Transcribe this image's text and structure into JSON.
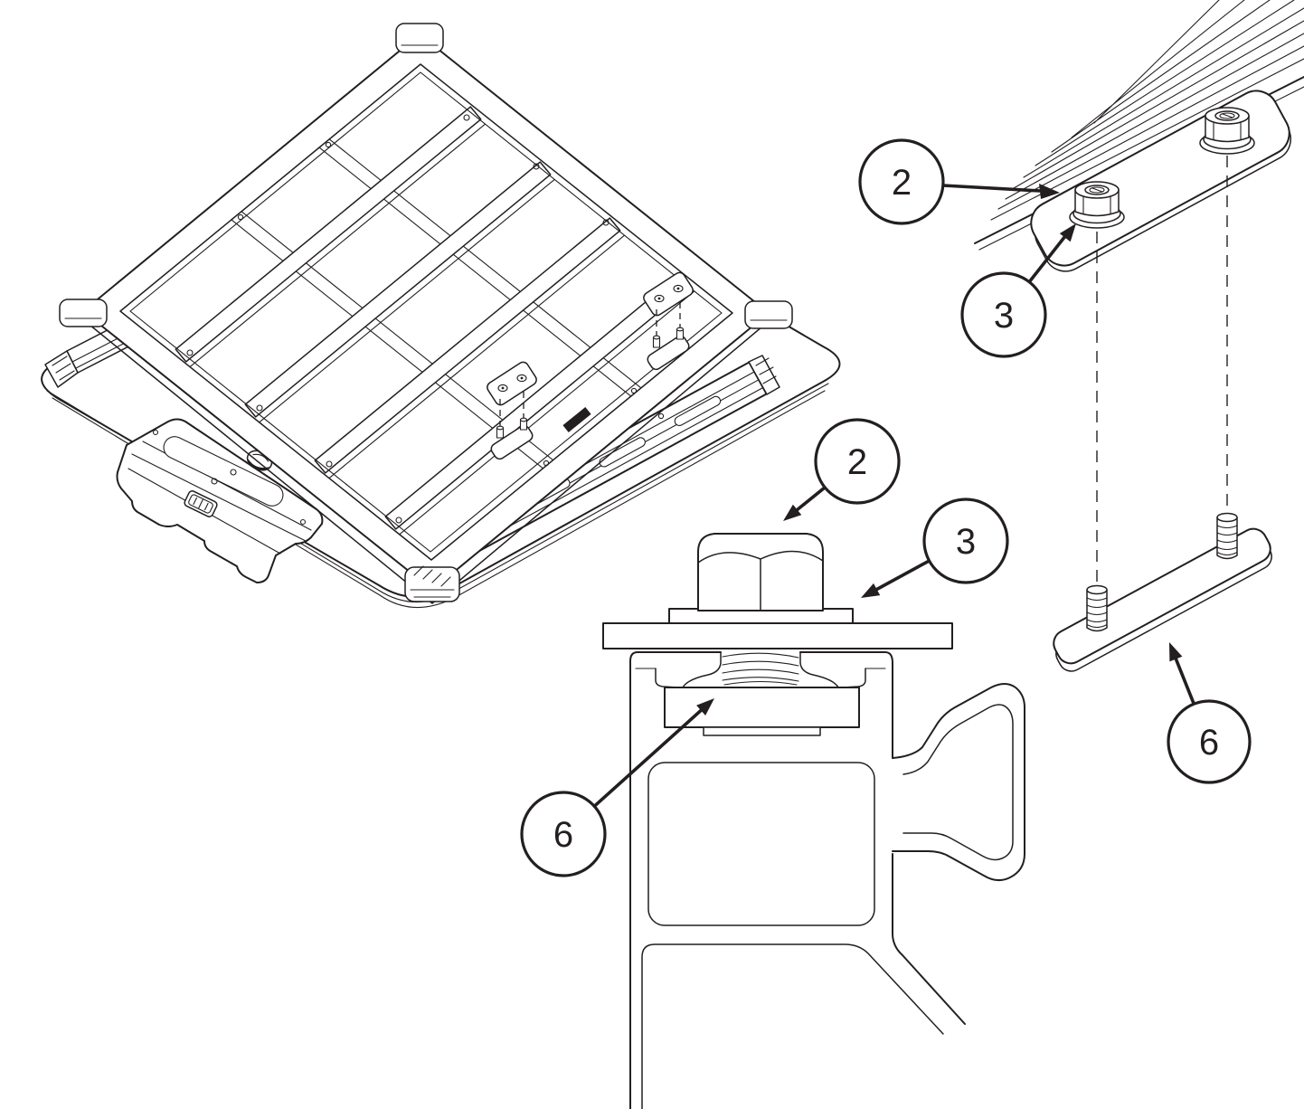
{
  "diagram": {
    "type": "exploded-assembly-installation-diagram",
    "subject": "roof platform rack mounted to hard cover rails with bolts, plates and channel-nut stud plates",
    "callouts": {
      "top_nut": "2",
      "top_plate": "3",
      "right_stud_plate": "6",
      "section_bolt": "2",
      "section_washer": "3",
      "section_channel_nut": "6"
    },
    "colors": {
      "line": "#231f20",
      "background": "#ffffff"
    }
  }
}
